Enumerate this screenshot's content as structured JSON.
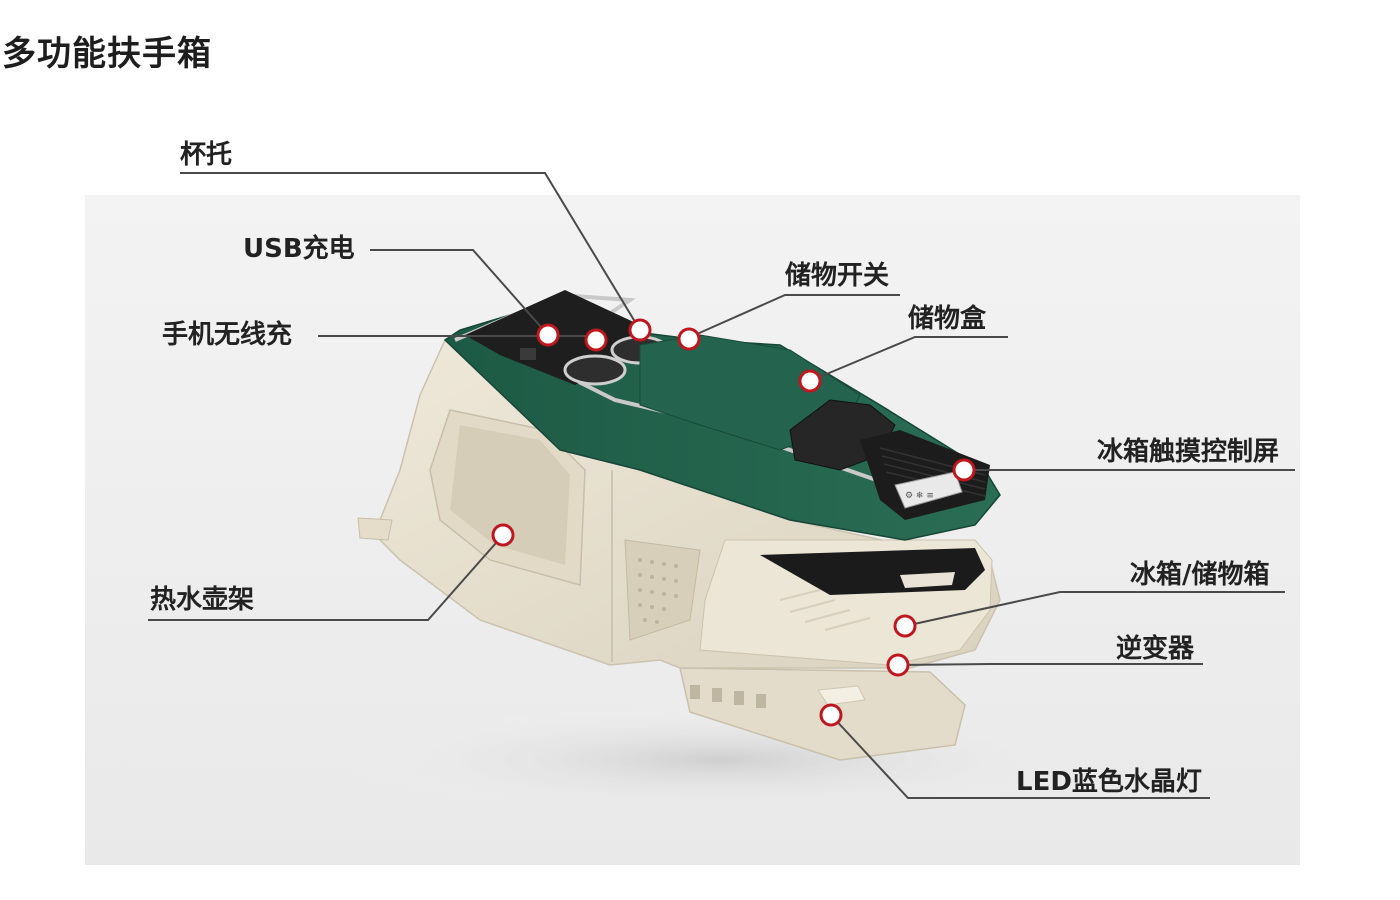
{
  "page": {
    "title": "多功能扶手箱"
  },
  "colors": {
    "body_green": "#1f5c47",
    "body_cream": "#e8e2d2",
    "marker_red": "#c0171f",
    "leader_line": "#4a4a4a"
  },
  "callouts": [
    {
      "id": "cup-holder",
      "label": "杯托"
    },
    {
      "id": "usb-charge",
      "label": "USB充电"
    },
    {
      "id": "wireless-charge",
      "label": "手机无线充"
    },
    {
      "id": "storage-switch",
      "label": "储物开关"
    },
    {
      "id": "storage-box",
      "label": "储物盒"
    },
    {
      "id": "fridge-touchscreen",
      "label": "冰箱触摸控制屏"
    },
    {
      "id": "kettle-rack",
      "label": "热水壶架"
    },
    {
      "id": "fridge-storage",
      "label": "冰箱/储物箱"
    },
    {
      "id": "inverter",
      "label": "逆变器"
    },
    {
      "id": "led-light",
      "label": "LED蓝色水晶灯"
    }
  ]
}
